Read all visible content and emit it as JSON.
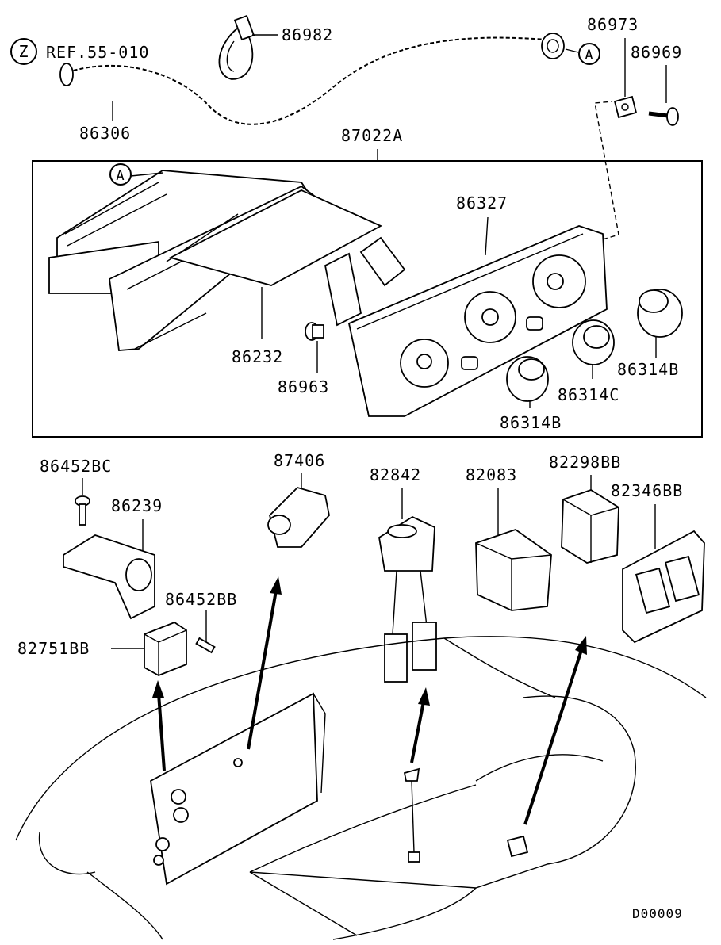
{
  "diagram": {
    "drawing_id": "D00009",
    "box_label": "87022A",
    "callouts": {
      "z_marker": "Z",
      "ref": "REF.55-010",
      "a_marker": "A"
    },
    "parts": {
      "p86306": "86306",
      "p86982": "86982",
      "p86973": "86973",
      "p86969": "86969",
      "p86327": "86327",
      "p86232": "86232",
      "p86963": "86963",
      "p86314b_right": "86314B",
      "p86314c": "86314C",
      "p86314b_bottom": "86314B",
      "p86452bc": "86452BC",
      "p86239": "86239",
      "p86452bb": "86452BB",
      "p82751bb": "82751BB",
      "p87406": "87406",
      "p82842": "82842",
      "p82083": "82083",
      "p82298bb": "82298BB",
      "p82346bb": "82346BB"
    }
  }
}
